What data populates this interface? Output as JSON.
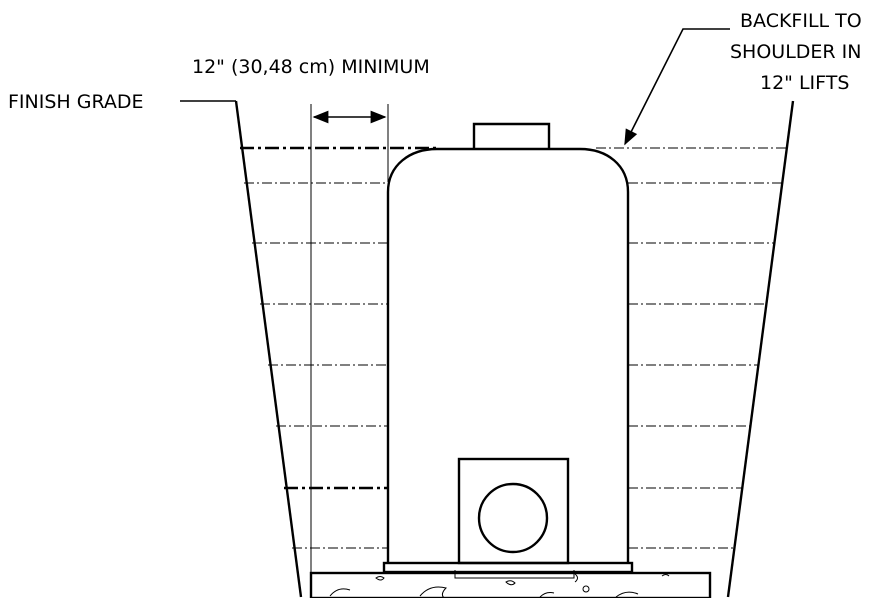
{
  "labels": {
    "dimension": "12\" (30,48 cm) MINIMUM",
    "finish_grade": "FINISH GRADE",
    "backfill_line1": "BACKFILL TO",
    "backfill_line2": "SHOULDER IN",
    "backfill_line3": "12\" LIFTS"
  }
}
